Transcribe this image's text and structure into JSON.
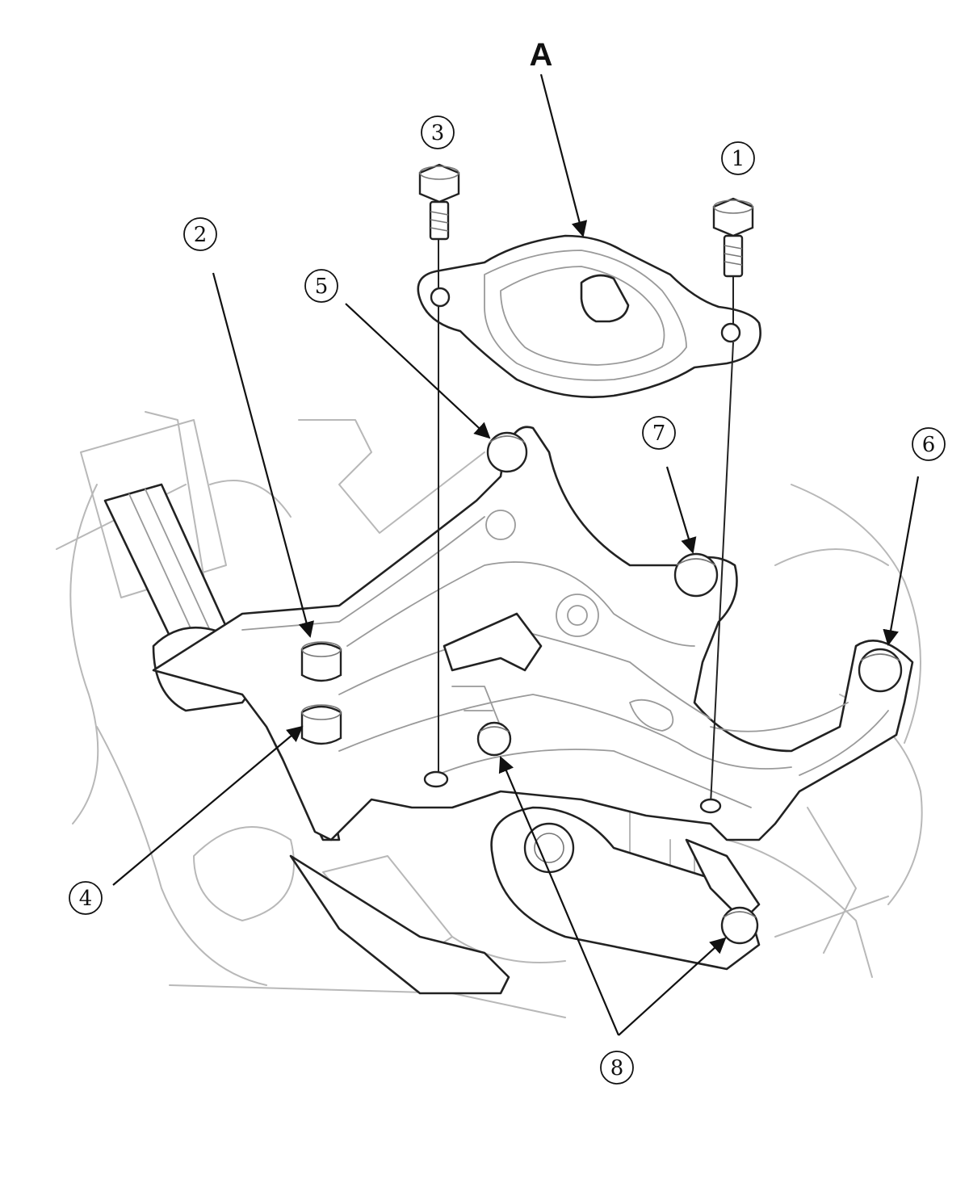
{
  "figure_label": "A",
  "callouts": [
    {
      "id": "1",
      "label": "1"
    },
    {
      "id": "2",
      "label": "2"
    },
    {
      "id": "3",
      "label": "3"
    },
    {
      "id": "4",
      "label": "4"
    },
    {
      "id": "5",
      "label": "5"
    },
    {
      "id": "6",
      "label": "6"
    },
    {
      "id": "7",
      "label": "7"
    },
    {
      "id": "8",
      "label": "8"
    }
  ],
  "colors": {
    "ink": "#111111",
    "background_linework": "#b8b8b8",
    "page": "#ffffff"
  }
}
